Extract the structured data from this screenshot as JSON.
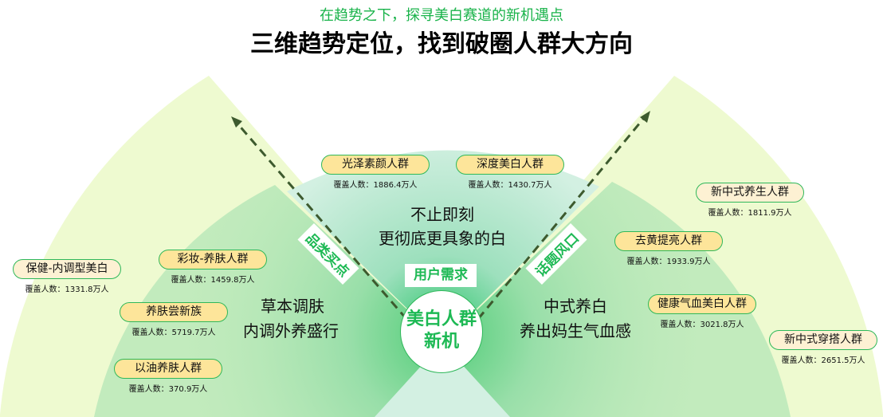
{
  "header": {
    "subtitle": "在趋势之下，探寻美白赛道的新机遇点",
    "title": "三维趋势定位，找到破圈人群大方向"
  },
  "center": {
    "line1": "美白人群",
    "line2": "新机"
  },
  "axes": {
    "left": "品类买点",
    "right": "话题风口",
    "middle": "用户需求"
  },
  "themes": {
    "middle": [
      "不止即刻",
      "更彻底更具象的白"
    ],
    "left": [
      "草本调肤",
      "内调外养盛行"
    ],
    "right": [
      "中式养白",
      "养出妈生气血感"
    ]
  },
  "count_prefix": "覆盖人数：",
  "groups": [
    {
      "name": "光泽素颜人群",
      "count": "1886.4万人"
    },
    {
      "name": "深度美白人群",
      "count": "1430.7万人"
    },
    {
      "name": "新中式养生人群",
      "count": "1811.9万人"
    },
    {
      "name": "去黄提亮人群",
      "count": "1933.9万人"
    },
    {
      "name": "健康气血美白人群",
      "count": "3021.8万人"
    },
    {
      "name": "新中式穿搭人群",
      "count": "2651.5万人"
    },
    {
      "name": "保健-内调型美白",
      "count": "1331.8万人"
    },
    {
      "name": "彩妆-养肤人群",
      "count": "1459.8万人"
    },
    {
      "name": "养肤尝新族",
      "count": "5719.7万人"
    },
    {
      "name": "以油养肤人群",
      "count": "370.9万人"
    }
  ],
  "colors": {
    "accent": "#1db954",
    "outer": "#eefad0",
    "inner": "#c2ebbd",
    "middle": "#d3f0e2",
    "arrow": "#3d5a2e"
  }
}
